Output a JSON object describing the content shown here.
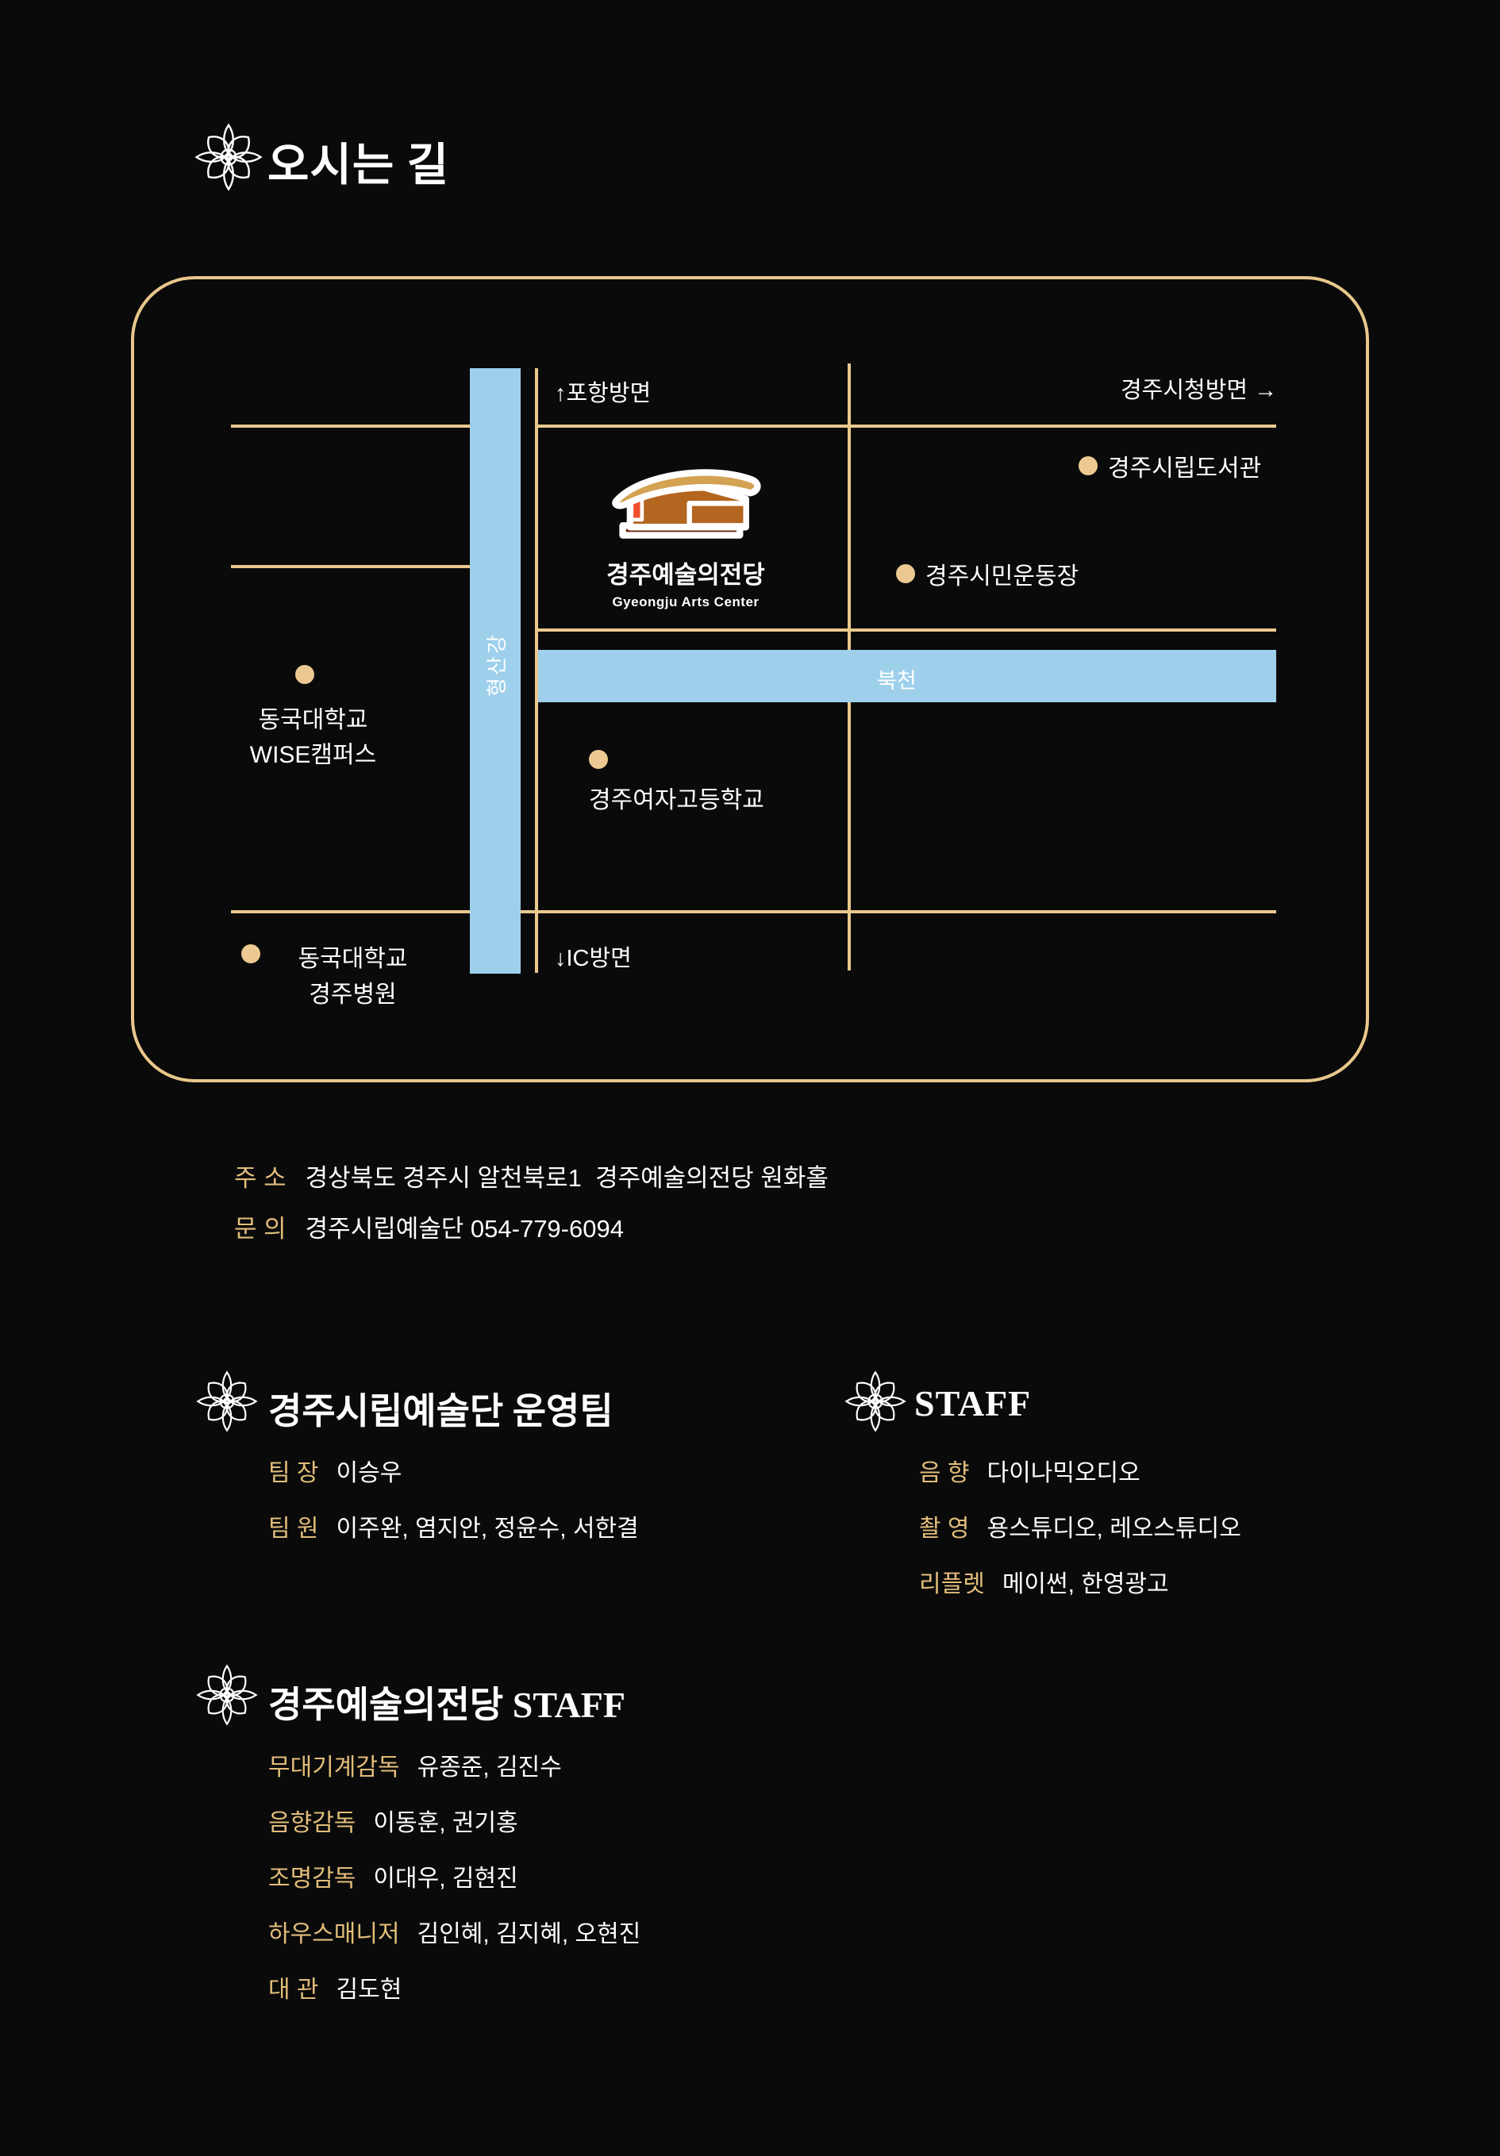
{
  "colors": {
    "background": "#0a0a0a",
    "gold_line": "#eac88e",
    "gold_text": "#e2bd7a",
    "river_blue": "#9ed0ec",
    "white": "#ffffff"
  },
  "header": {
    "title": "오시는 길"
  },
  "map": {
    "labels": {
      "pohang": "↑포항방면",
      "cityhall": "경주시청방면 →",
      "ic": "↓IC방면",
      "river_vertical": "형산강",
      "river_horizontal": "북천"
    },
    "pois": {
      "library": "경주시립도서관",
      "stadium": "경주시민운동장",
      "wise_line1": "동국대학교",
      "wise_line2": "WISE캠퍼스",
      "girls_high": "경주여자고등학교",
      "hospital_line1": "동국대학교",
      "hospital_line2": "경주병원"
    },
    "logo": {
      "name": "경주예술의전당",
      "name_en": "Gyeongju Arts Center"
    }
  },
  "contact": {
    "address_label": "주 소",
    "address_value": "경상북도 경주시 알천북로1  경주예술의전당 원화홀",
    "inquiry_label": "문 의",
    "inquiry_value": "경주시립예술단 054-779-6094"
  },
  "sections": {
    "team": {
      "title": "경주시립예술단 운영팀",
      "rows": [
        {
          "label": "팀 장",
          "value": "이승우"
        },
        {
          "label": "팀 원",
          "value": "이주완, 염지안, 정윤수, 서한결"
        }
      ]
    },
    "staff": {
      "title": "STAFF",
      "rows": [
        {
          "label": "음 향",
          "value": "다이나믹오디오"
        },
        {
          "label": "촬 영",
          "value": "용스튜디오, 레오스튜디오"
        },
        {
          "label": "리플렛",
          "value": "메이썬, 한영광고"
        }
      ]
    },
    "venue": {
      "title": "경주예술의전당 STAFF",
      "rows": [
        {
          "label": "무대기계감독",
          "value": "유종준, 김진수"
        },
        {
          "label": "음향감독",
          "value": "이동훈, 권기홍"
        },
        {
          "label": "조명감독",
          "value": "이대우, 김현진"
        },
        {
          "label": "하우스매니저",
          "value": "김인혜, 김지혜, 오현진"
        },
        {
          "label": "대 관",
          "value": "김도현"
        }
      ]
    }
  }
}
